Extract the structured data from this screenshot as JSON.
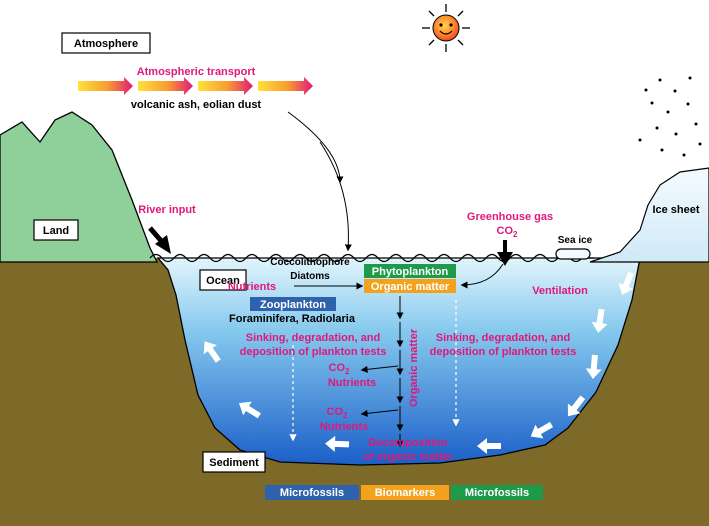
{
  "labels": {
    "atmosphere": "Atmosphere",
    "atmospheric_transport": "Atmospheric transport",
    "volcanic_ash": "volcanic ash, eolian dust",
    "land": "Land",
    "river_input": "River input",
    "greenhouse_gas": "Greenhouse gas",
    "co2": "CO",
    "co2_sub": "2",
    "ice_sheet": "Ice sheet",
    "sea_ice": "Sea ice",
    "ocean": "Ocean",
    "coccolithophore": "Coccolithophore",
    "diatoms": "Diatoms",
    "nutrients": "Nutrients",
    "phytoplankton": "Phytoplankton",
    "organic_matter_box": "Organic matter",
    "zooplankton": "Zooplankton",
    "foraminifera": "Foraminifera, Radiolaria",
    "ventilation": "Ventilation",
    "sinking_line1": "Sinking, degradation, and",
    "sinking_line2": "deposition of plankton tests",
    "organic_matter_vertical": "Organic matter",
    "decomp_line1": "Decomposition",
    "decomp_line2": "of organic matter",
    "sediment": "Sediment",
    "legend_microfossils_1": "Microfossils",
    "legend_biomarkers": "Biomarkers",
    "legend_microfossils_2": "Microfossils"
  },
  "colors": {
    "magenta": "#e0187a",
    "land_green": "#8ecf9a",
    "soil": "#7d6a28",
    "phyto_green": "#1f9a4a",
    "organic_orange": "#f2a21c",
    "zoo_blue": "#2f62ad",
    "ocean_top": "#d8f1fb",
    "ocean_bottom": "#1a62c9"
  }
}
